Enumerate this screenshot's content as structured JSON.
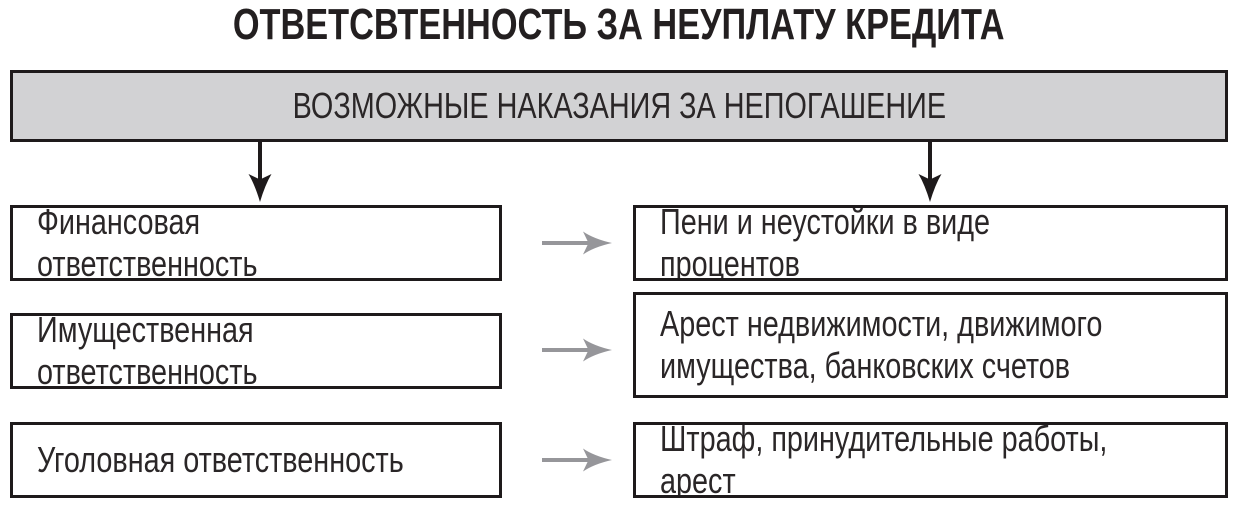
{
  "diagram": {
    "title": "ОТВЕТСВТЕННОСТЬ ЗА НЕУПЛАТУ КРЕДИТА",
    "header": "ВОЗМОЖНЫЕ НАКАЗАНИЯ ЗА НЕПОГАШЕНИЕ",
    "rows": [
      {
        "cause": "Финансовая ответственность",
        "effect": "Пени и неустойки в виде процентов"
      },
      {
        "cause": "Имущественная ответственность",
        "effect": "Арест недвижимости, движимого\nимущества, банковских счетов"
      },
      {
        "cause": "Уголовная ответственность",
        "effect": "Штраф, принудительные работы, арест"
      }
    ],
    "colors": {
      "header_fill": "#d2d2d4",
      "box_border": "#1e1a1b",
      "text": "#2a2627",
      "down_arrow": "#1e1a1b",
      "flow_arrow": "#96969a"
    },
    "icons": {
      "down_arrow": "down-arrow-icon",
      "flow_arrow": "right-arrow-icon"
    }
  }
}
